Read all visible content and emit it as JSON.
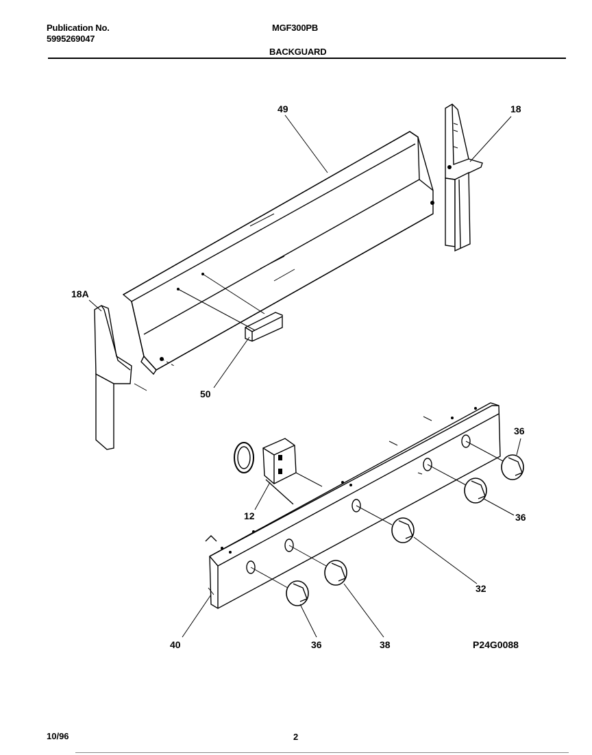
{
  "header": {
    "publication_label": "Publication No.",
    "publication_number": "5995269047",
    "model": "MGF300PB",
    "section": "BACKGUARD"
  },
  "footer": {
    "date": "10/96",
    "page": "2"
  },
  "diagram": {
    "figure_code": "P24G0088",
    "callouts": {
      "c49": "49",
      "c18": "18",
      "c18a": "18A",
      "c50": "50",
      "c12": "12",
      "c36a": "36",
      "c36b": "36",
      "c36c": "36",
      "c38": "38",
      "c32": "32",
      "c40": "40"
    }
  }
}
